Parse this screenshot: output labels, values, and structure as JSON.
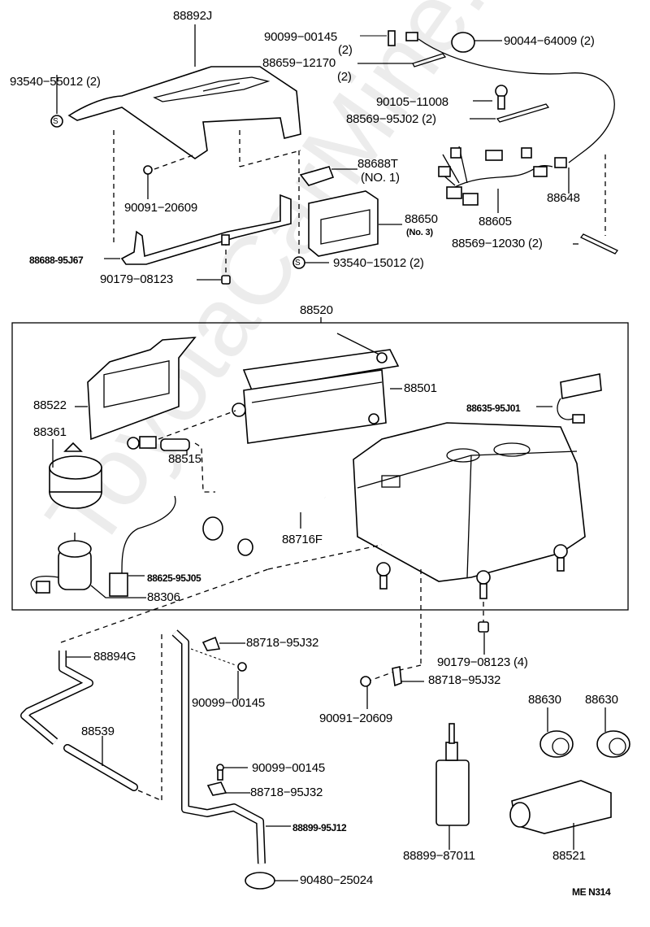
{
  "diagram": {
    "watermark": "ToyotaCarMine.ru",
    "code": "ME  N314",
    "assembly_box_label": "88520",
    "parts": {
      "p88892J": "88892J",
      "p93540_55012": "93540−55012 (2)",
      "p90099_00145_top": "90099−00145",
      "p90099_00145_top_qty": "(2)",
      "p88659_12170": "88659−12170",
      "p88659_12170_qty": "(2)",
      "p90044_64009": "90044−64009 (2)",
      "p90105_11008": "90105−11008",
      "p88569_95J02": "88569−95J02 (2)",
      "p88688T": "88688T",
      "p88688T_note": "(NO. 1)",
      "p90091_20609_top": "90091−20609",
      "p88650": "88650",
      "p88650_note": "(No. 3)",
      "p88648": "88648",
      "p88605": "88605",
      "p88688_95J67": "88688-95J67",
      "p88569_12030": "88569−12030 (2)",
      "p90179_08123_top": "90179−08123",
      "p93540_15012": "93540−15012 (2)",
      "p88522": "88522",
      "p88501": "88501",
      "p88635_95J01": "88635-95J01",
      "p88361": "88361",
      "p88515": "88515",
      "p88716F": "88716F",
      "p88625_95J05": "88625-95J05",
      "p88306": "88306",
      "p88894G": "88894G",
      "p88718_95J32_a": "88718−95J32",
      "p90099_00145_mid": "90099−00145",
      "p90179_08123_4": "90179−08123 (4)",
      "p88718_95J32_b": "88718−95J32",
      "p90091_20609_bot": "90091−20609",
      "p88630_a": "88630",
      "p88630_b": "88630",
      "p88539": "88539",
      "p90099_00145_bot": "90099−00145",
      "p88718_95J32_c": "88718−95J32",
      "p88899_95J12": "88899-95J12",
      "p88899_87011": "88899−87011",
      "p88521": "88521",
      "p90480_25024": "90480−25024"
    },
    "symbols": {
      "s_mark": "S"
    }
  }
}
